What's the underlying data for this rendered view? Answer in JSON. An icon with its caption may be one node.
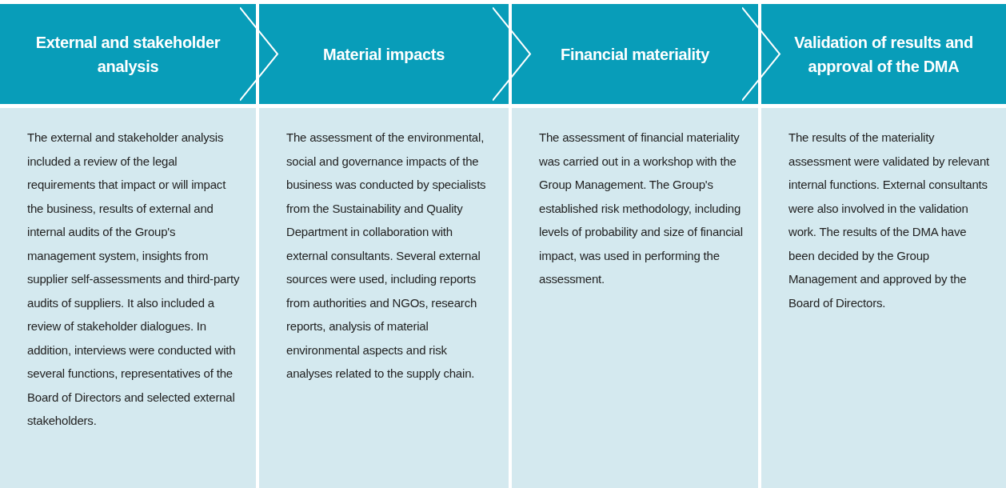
{
  "diagram": {
    "nodes": [
      {
        "text": [
          "External and stakeholder analysis"
        ]
      },
      {
        "text": [
          "Material impacts"
        ]
      },
      {
        "text": [
          "Financial materiality"
        ]
      },
      {
        "text": [
          "Validation of results and approval of the DMA"
        ]
      },
      {
        "text": [
          "The external and stakeholder analysis included a review of the legal requirements that impact or will impact the business, results of external and internal audits of the Group's management system, insights from supplier self-assessments and third-party audits of suppliers. It also included a review of stakeholder dialogues. In addition, interviews were conducted with several functions, representatives of the Board of Directors and selected external stakeholders."
        ]
      },
      {
        "text": [
          "The assessment of the environmental, social and governance impacts of the business was conducted by specialists from the Sustainability and Quality Department in collaboration with external consultants. Several external sources were used, including reports from authorities and NGOs, research reports, analysis of material environmental aspects and risk analyses related to the supply chain."
        ]
      },
      {
        "text": [
          "The assessment of financial materiality was carried out in a workshop with the Group Management. The Group's established risk methodology, including levels of probability and size of financial impact, was used in performing the assessment."
        ]
      },
      {
        "text": [
          "The results of the materiality assessment were validated by relevant internal functions. External consultants were also involved in the validation work. The results of the DMA have been decided by the Group Management and approved by the Board of Directors."
        ]
      }
    ],
    "edges": [
      {
        "from": 0,
        "to": 1,
        "arrow": "to"
      },
      {
        "from": 1,
        "to": 2,
        "arrow": "to"
      },
      {
        "from": 2,
        "to": 3,
        "arrow": "to"
      }
    ]
  }
}
